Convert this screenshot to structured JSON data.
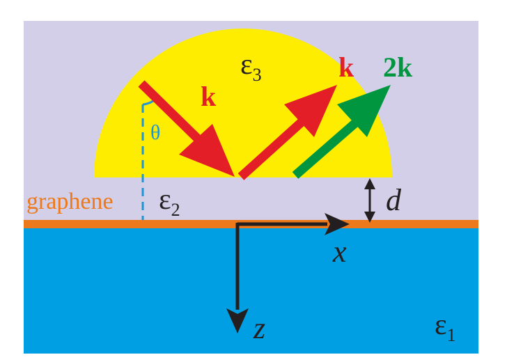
{
  "diagram": {
    "colors": {
      "background": "#ffffff",
      "upper_medium": "#d3cfe8",
      "lower_medium": "#009fe3",
      "graphene": "#ec7a1c",
      "prism": "#ffed00",
      "incident_arrow": "#e41e26",
      "reflected_arrow": "#e41e26",
      "second_harmonic_arrow": "#00963f",
      "normal_line": "#1f96d3",
      "axes": "#231f20"
    },
    "labels": {
      "eps3": "ε",
      "eps3_sub": "3",
      "eps2": "ε",
      "eps2_sub": "2",
      "eps1": "ε",
      "eps1_sub": "1",
      "graphene": "graphene",
      "incident_k": "k",
      "reflected_k": "k",
      "second_harmonic": "2k",
      "theta": "θ",
      "gap": "d",
      "x_axis": "x",
      "z_axis": "z"
    }
  }
}
